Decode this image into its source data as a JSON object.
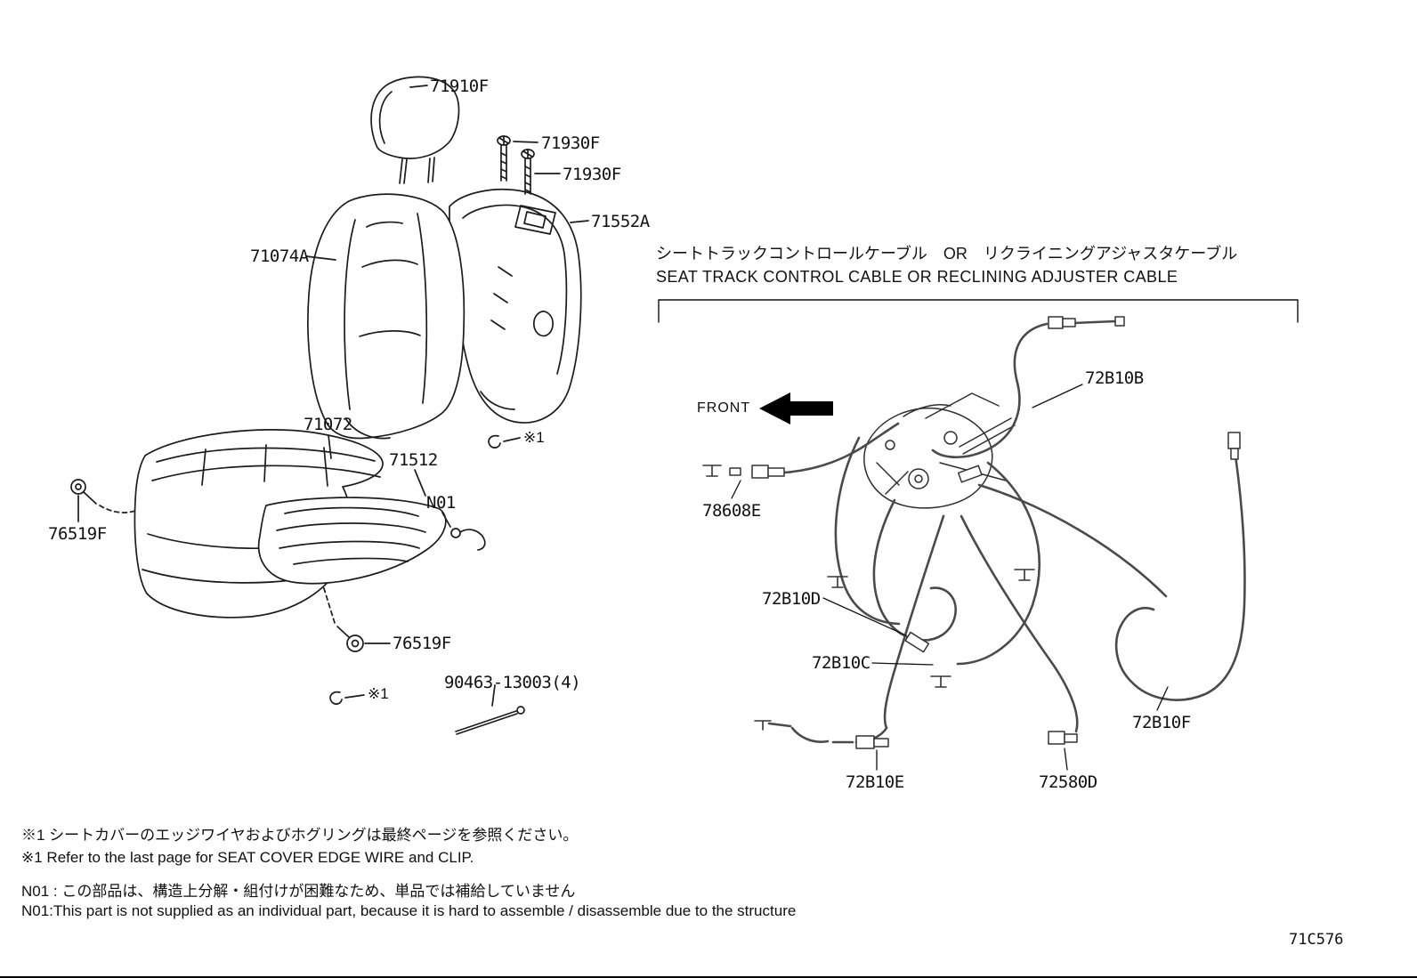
{
  "page": {
    "doc_code": "71C576"
  },
  "seat": {
    "headrest": "71910F",
    "screw_top": "71930F",
    "screw_bottom": "71930F",
    "back_frame": "71552A",
    "back_cover": "71074A",
    "cushion_cover": "71072",
    "cushion_pad": "71512",
    "note_code": "N01",
    "clip_left": "76519F",
    "clip_bottom": "76519F",
    "edge_wire": "90463-13003(4)",
    "ref_upper": "※1",
    "ref_lower": "※1"
  },
  "cable_section": {
    "title_jp": "シートトラックコントロールケーブル　OR　リクライニングアジャスタケーブル",
    "title_en": "SEAT TRACK CONTROL CABLE OR RECLINING ADJUSTER CABLE",
    "front_label": "FRONT",
    "cable_b": "72B10B",
    "inner_cable": "78608E",
    "cable_d": "72B10D",
    "cable_c": "72B10C",
    "cable_f": "72B10F",
    "cable_e": "72B10E",
    "cable_580": "72580D"
  },
  "notes": {
    "ref_jp": "※1  シートカバーのエッジワイヤおよびホグリングは最終ページを参照ください。",
    "ref_en": "※1  Refer to the last page for SEAT COVER EDGE WIRE and CLIP.",
    "n01_jp": "N01 : この部品は、構造上分解・組付けが困難なため、単品では補給していません",
    "n01_en": "N01:This part is not supplied as an individual part, because it is hard to assemble / disassemble due to the structure"
  }
}
